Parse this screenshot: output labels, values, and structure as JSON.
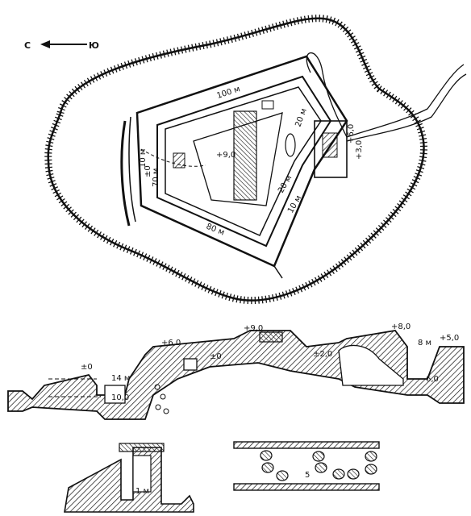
{
  "orientation": {
    "left": "С",
    "right": "Ю"
  },
  "plan": {
    "dim_long_wall": "100 м",
    "dim_bottom_wall": "80 м",
    "dim_west_wall": "70 м",
    "dim_east_a": "20 м",
    "dim_east_b": "10 м",
    "dim_east_c": "20 м",
    "elev_center": "+9,0",
    "elev_east_a": "+6,0",
    "elev_east_b": "+3,0",
    "elev_west": "±0",
    "elev_west_b": "10 м"
  },
  "section": {
    "elev_pm0_left": "±0",
    "elev_plus6": "+6,0",
    "elev_plus9": "+9,0",
    "elev_plus8": "+8,0",
    "elev_plus5": "+5,0",
    "elev_pm0_mid": "±0",
    "elev_pm2": "±2,0",
    "dim_14": "14 м",
    "dim_10": "10,0",
    "dim_8": "8 м",
    "dim_6": "6,0"
  },
  "detail_a": {
    "dim_1m": "1 м"
  },
  "detail_b": {
    "mark_5": "5"
  },
  "colors": {
    "ink": "#111111",
    "paper": "#ffffff"
  }
}
